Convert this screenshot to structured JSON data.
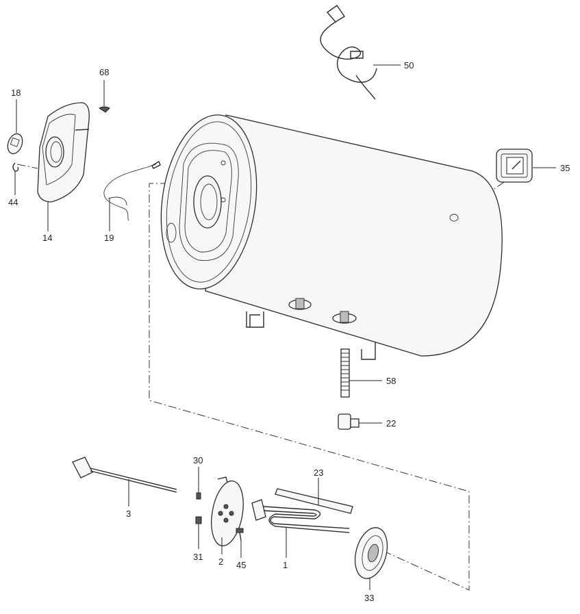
{
  "parts": {
    "p50": "50",
    "p68": "68",
    "p18": "18",
    "p35": "35",
    "p44": "44",
    "p14": "14",
    "p19": "19",
    "p58": "58",
    "p22": "22",
    "p30": "30",
    "p23": "23",
    "p3": "3",
    "p31": "31",
    "p2": "2",
    "p45": "45",
    "p1": "1",
    "p33": "33"
  }
}
